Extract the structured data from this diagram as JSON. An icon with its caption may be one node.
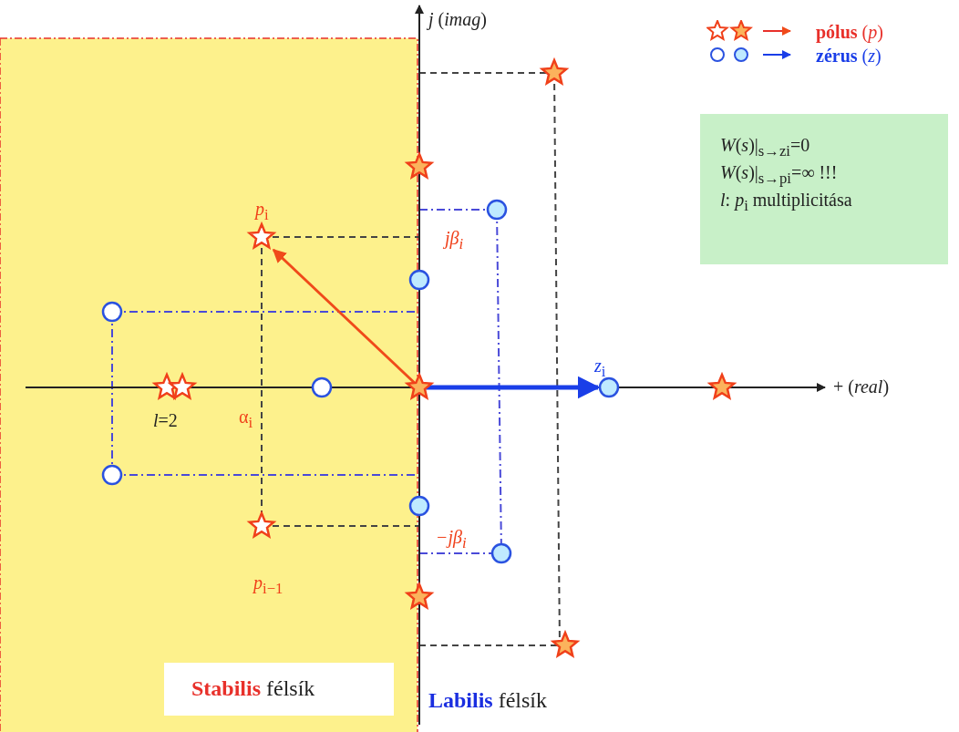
{
  "diagram": {
    "labels": [
      "*j* (*imag*)",
      "*p*$_{i}$",
      "*W*(*s*)|$_{s→zi}$=0",
      "*W*(*s*)|$_{s→pi}$=∞ !!!",
      "*l*: *p*$_{i}$ multiplicitása",
      "jβ$_{i}$",
      "*z*$_{i}$",
      "+ (*real*)",
      "*l*=2",
      "α$_{i}$",
      "−jβ$_{i}$",
      "*p*$_{i−1}$",
      "**Stabilis** félsík",
      "**Labilis** félsík"
    ],
    "legend": [
      {
        "text": "**pólus** (*p*)"
      },
      {
        "text": "**zérus** (*z*)"
      }
    ]
  }
}
